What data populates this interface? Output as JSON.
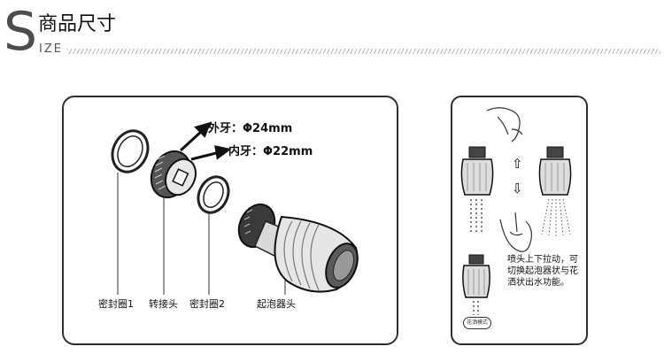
{
  "header": {
    "big_letter": "S",
    "title_cn": "商品尺寸",
    "title_en": "IZE"
  },
  "parts": {
    "outer_thread": "外牙：Φ24mm",
    "inner_thread": "内牙：Φ22mm",
    "labels": [
      "密封圈1",
      "转接头",
      "密封圈2",
      "起泡器头"
    ]
  },
  "usage": {
    "arrow_up": "⇧",
    "arrow_down": "⇩",
    "description": "喷头上下拉动，可切换起泡器状与花洒状出水功能。",
    "badge": "花洒模式"
  }
}
